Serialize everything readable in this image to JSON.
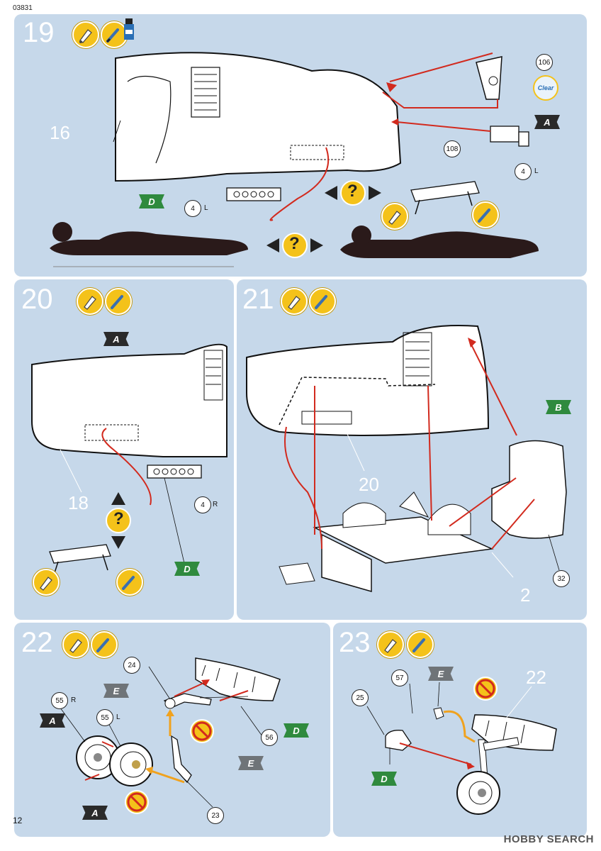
{
  "document": {
    "code": "03831",
    "page_number": "12",
    "watermark": "HOBBY SEARCH"
  },
  "steps": [
    {
      "number": "19",
      "callouts": {
        "p106": "106",
        "p108": "108",
        "p4": "4"
      },
      "side_label": "L",
      "big_label": "16",
      "flags": {
        "a": "A",
        "d": "D"
      },
      "clear_label": "Clear",
      "question": "?"
    },
    {
      "number": "20",
      "callouts": {
        "p4": "4"
      },
      "side_label": "R",
      "big_label": "18",
      "flags": {
        "a": "A",
        "d": "D"
      },
      "question": "?"
    },
    {
      "number": "21",
      "callouts": {
        "p32": "32"
      },
      "big_labels": {
        "b20": "20",
        "b2": "2"
      },
      "flags": {
        "b": "B"
      }
    },
    {
      "number": "22",
      "callouts": {
        "p24": "24",
        "p55r": "55",
        "p55l": "55",
        "p56": "56",
        "p23": "23"
      },
      "side_labels": {
        "r": "R",
        "l": "L"
      },
      "flags": {
        "e1": "E",
        "a1": "A",
        "d": "D",
        "e2": "E",
        "a2": "A"
      }
    },
    {
      "number": "23",
      "callouts": {
        "p57": "57",
        "p25": "25"
      },
      "big_label": "22",
      "flags": {
        "e": "E",
        "d": "D"
      }
    }
  ],
  "colors": {
    "panel": "#c6d8ea",
    "arrow_red": "#d22a1e",
    "arrow_orange": "#f0a21e",
    "icon_yellow": "#f4c21a",
    "flag_green": "#2f8a3e",
    "flag_dark": "#2a2a2a",
    "flag_gray": "#6f7478"
  },
  "icons": [
    "glue-tube-icon",
    "paint-brush-icon",
    "paint-bottle-icon",
    "question-diamond-icon",
    "no-glue-icon"
  ]
}
